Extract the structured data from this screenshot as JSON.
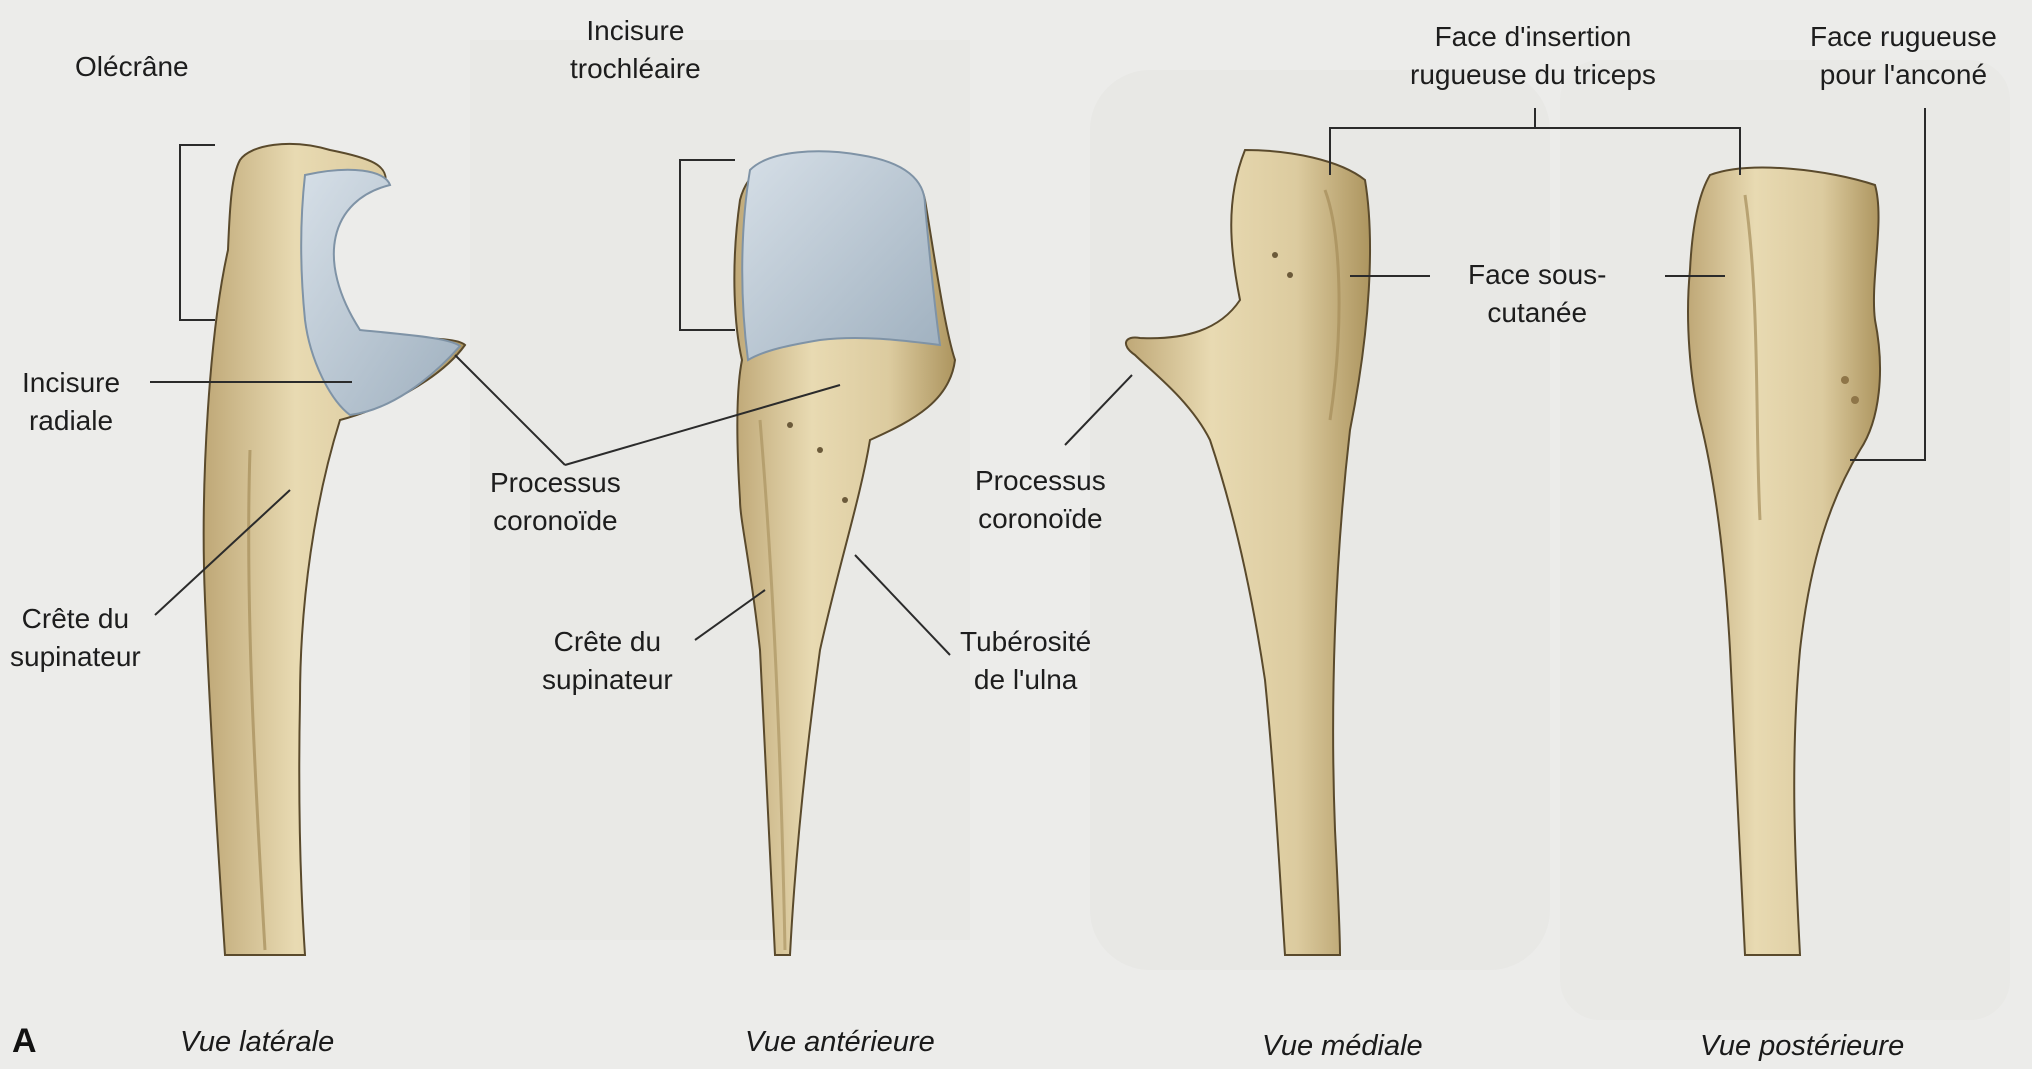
{
  "figure": {
    "panel_letter": "A",
    "views": [
      {
        "id": "lateral",
        "caption": "Vue latérale"
      },
      {
        "id": "anterior",
        "caption": "Vue antérieure"
      },
      {
        "id": "medial",
        "caption": "Vue médiale"
      },
      {
        "id": "posterior",
        "caption": "Vue postérieure"
      }
    ],
    "labels": {
      "olecrane": [
        "Olécrâne"
      ],
      "incisure_trochleaire": [
        "Incisure",
        "trochléaire"
      ],
      "incisure_radiale": [
        "Incisure",
        "radiale"
      ],
      "processus_coronoide_1": [
        "Processus",
        "coronoïde"
      ],
      "crete_supinateur_1": [
        "Crête du",
        "supinateur"
      ],
      "crete_supinateur_2": [
        "Crête du",
        "supinateur"
      ],
      "tuberosite_ulna": [
        "Tubérosité",
        "de l'ulna"
      ],
      "face_insertion_triceps": [
        "Face d'insertion",
        "rugueuse du triceps"
      ],
      "face_rugueuse_ancone": [
        "Face rugueuse",
        "pour l'anconé"
      ],
      "face_sous_cutanee": [
        "Face sous-",
        "cutanée"
      ],
      "processus_coronoide_2": [
        "Processus",
        "coronoïde"
      ]
    }
  },
  "colors": {
    "bone": "#dccb9f",
    "bone_shadow": "#b59d6b",
    "bone_outline": "#5a4a2c",
    "cartilage": "#b9c6d1",
    "cartilage_edge": "#7f93a6",
    "leader": "#2b2b2b",
    "background": "#ececea"
  }
}
